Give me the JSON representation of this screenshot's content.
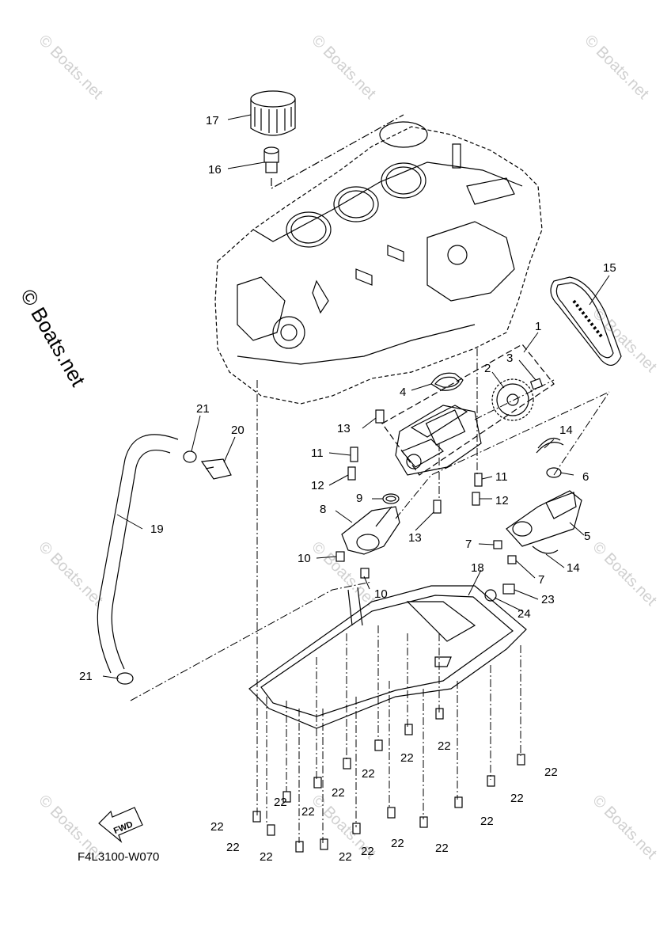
{
  "watermark": "© Boats.net",
  "side_watermark": "© Boats.net",
  "diagram_code": "F4L3100-W070",
  "fwd_label": "FWD",
  "callouts": [
    {
      "id": "c17",
      "label": "17"
    },
    {
      "id": "c16",
      "label": "16"
    },
    {
      "id": "c15",
      "label": "15"
    },
    {
      "id": "c1",
      "label": "1"
    },
    {
      "id": "c3",
      "label": "3"
    },
    {
      "id": "c2",
      "label": "2"
    },
    {
      "id": "c4",
      "label": "4"
    },
    {
      "id": "c21a",
      "label": "21"
    },
    {
      "id": "c20",
      "label": "20"
    },
    {
      "id": "c13a",
      "label": "13"
    },
    {
      "id": "c11a",
      "label": "11"
    },
    {
      "id": "c12a",
      "label": "12"
    },
    {
      "id": "c11b",
      "label": "11"
    },
    {
      "id": "c14a",
      "label": "14"
    },
    {
      "id": "c6",
      "label": "6"
    },
    {
      "id": "c9",
      "label": "9"
    },
    {
      "id": "c12b",
      "label": "12"
    },
    {
      "id": "c19",
      "label": "19"
    },
    {
      "id": "c8",
      "label": "8"
    },
    {
      "id": "c13b",
      "label": "13"
    },
    {
      "id": "c5",
      "label": "5"
    },
    {
      "id": "c7a",
      "label": "7"
    },
    {
      "id": "c10a",
      "label": "10"
    },
    {
      "id": "c7b",
      "label": "7"
    },
    {
      "id": "c14b",
      "label": "14"
    },
    {
      "id": "c18",
      "label": "18"
    },
    {
      "id": "c10b",
      "label": "10"
    },
    {
      "id": "c23",
      "label": "23"
    },
    {
      "id": "c24",
      "label": "24"
    },
    {
      "id": "c21b",
      "label": "21"
    },
    {
      "id": "c22a",
      "label": "22"
    },
    {
      "id": "c22b",
      "label": "22"
    },
    {
      "id": "c22c",
      "label": "22"
    },
    {
      "id": "c22d",
      "label": "22"
    },
    {
      "id": "c22e",
      "label": "22"
    },
    {
      "id": "c22f",
      "label": "22"
    },
    {
      "id": "c22g",
      "label": "22"
    },
    {
      "id": "c22h",
      "label": "22"
    },
    {
      "id": "c22i",
      "label": "22"
    },
    {
      "id": "c22j",
      "label": "22"
    },
    {
      "id": "c22k",
      "label": "22"
    },
    {
      "id": "c22l",
      "label": "22"
    },
    {
      "id": "c22m",
      "label": "22"
    },
    {
      "id": "c22n",
      "label": "22"
    },
    {
      "id": "c22o",
      "label": "22"
    },
    {
      "id": "c22p",
      "label": "22"
    }
  ]
}
